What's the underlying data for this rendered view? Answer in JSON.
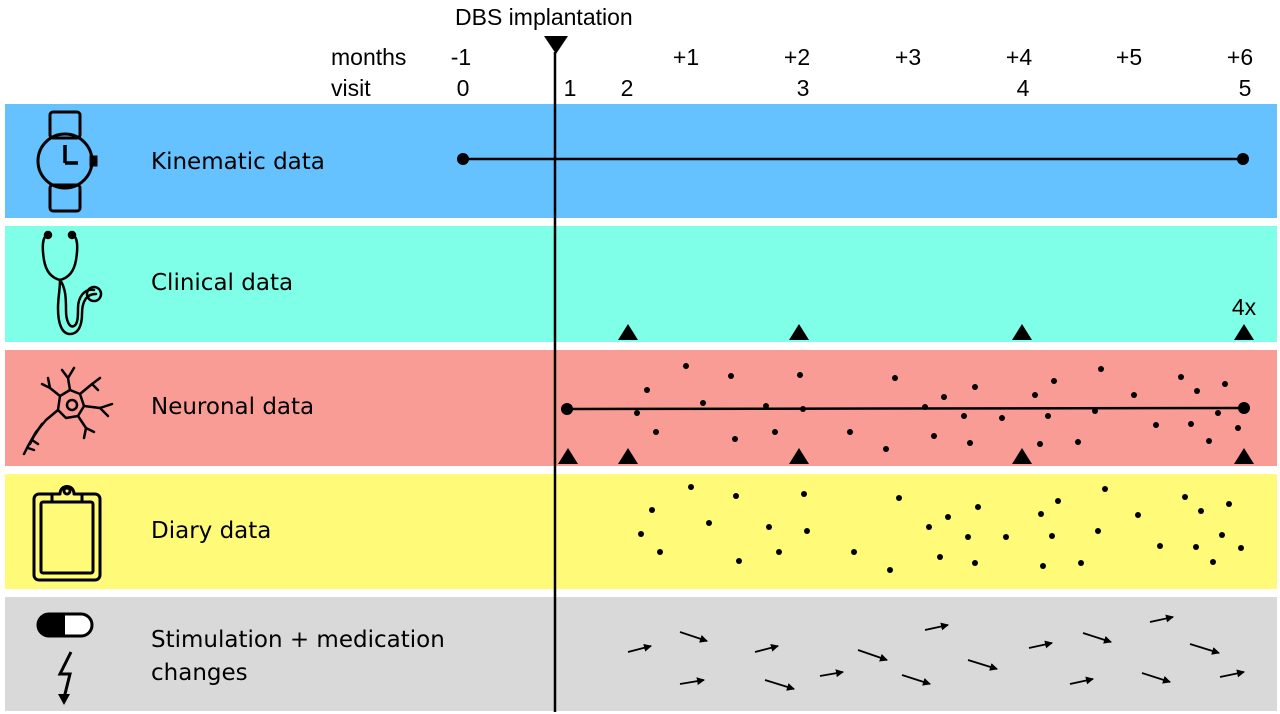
{
  "event": {
    "label": "DBS implantation"
  },
  "axis": {
    "months_label": "months",
    "visit_label": "visit",
    "months": [
      "-1",
      "+1",
      "+2",
      "+3",
      "+4",
      "+5",
      "+6"
    ],
    "visits": [
      "0",
      "1",
      "2",
      "3",
      "4",
      "5"
    ]
  },
  "rows": [
    {
      "id": "kinematic",
      "label": "Kinematic data",
      "color": "#66c2ff",
      "icon": "watch-icon"
    },
    {
      "id": "clinical",
      "label": "Clinical data",
      "color": "#7fffe8",
      "icon": "stethoscope-icon",
      "annotation": "4x"
    },
    {
      "id": "neuronal",
      "label": "Neuronal data",
      "color": "#fa9c96",
      "icon": "neuron-icon"
    },
    {
      "id": "diary",
      "label": "Diary data",
      "color": "#fffa78",
      "icon": "clipboard-icon"
    },
    {
      "id": "stimulation",
      "label_lines": [
        "Stimulation + medication",
        "changes"
      ],
      "color": "#d9d9d9",
      "icon": "pill-lightning-icon"
    }
  ]
}
